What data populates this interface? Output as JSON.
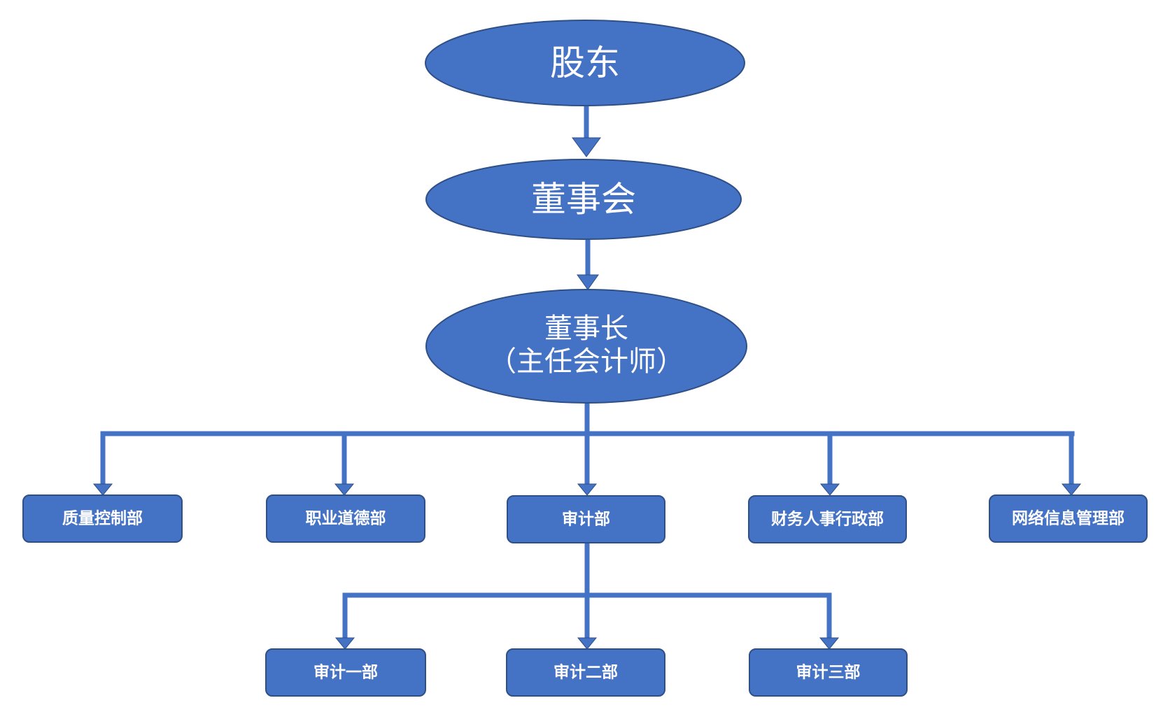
{
  "colors": {
    "fill": "#4472C4",
    "stroke": "#2F4F87",
    "connector": "#4472C4",
    "text": "#FFFFFF"
  },
  "nodes": {
    "shareholders": "股东",
    "board": "董事会",
    "chairman": "董事长",
    "chairman_role": "（主任会计师）",
    "quality_control": "质量控制部",
    "professional_ethics": "职业道德部",
    "audit": "审计部",
    "finance_hr_admin": "财务人事行政部",
    "network_info": "网络信息管理部",
    "audit_1": "审计一部",
    "audit_2": "审计二部",
    "audit_3": "审计三部"
  },
  "edges": [
    [
      "shareholders",
      "board"
    ],
    [
      "board",
      "chairman"
    ],
    [
      "chairman",
      "quality_control"
    ],
    [
      "chairman",
      "professional_ethics"
    ],
    [
      "chairman",
      "audit"
    ],
    [
      "chairman",
      "finance_hr_admin"
    ],
    [
      "chairman",
      "network_info"
    ],
    [
      "audit",
      "audit_1"
    ],
    [
      "audit",
      "audit_2"
    ],
    [
      "audit",
      "audit_3"
    ]
  ]
}
